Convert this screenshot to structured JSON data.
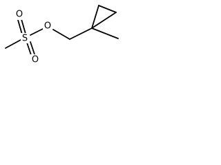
{
  "molecule": {
    "atoms": {
      "sulfur": "S",
      "oxygen_ester": "O",
      "oxygen_top": "O",
      "oxygen_bottom": "O"
    }
  }
}
